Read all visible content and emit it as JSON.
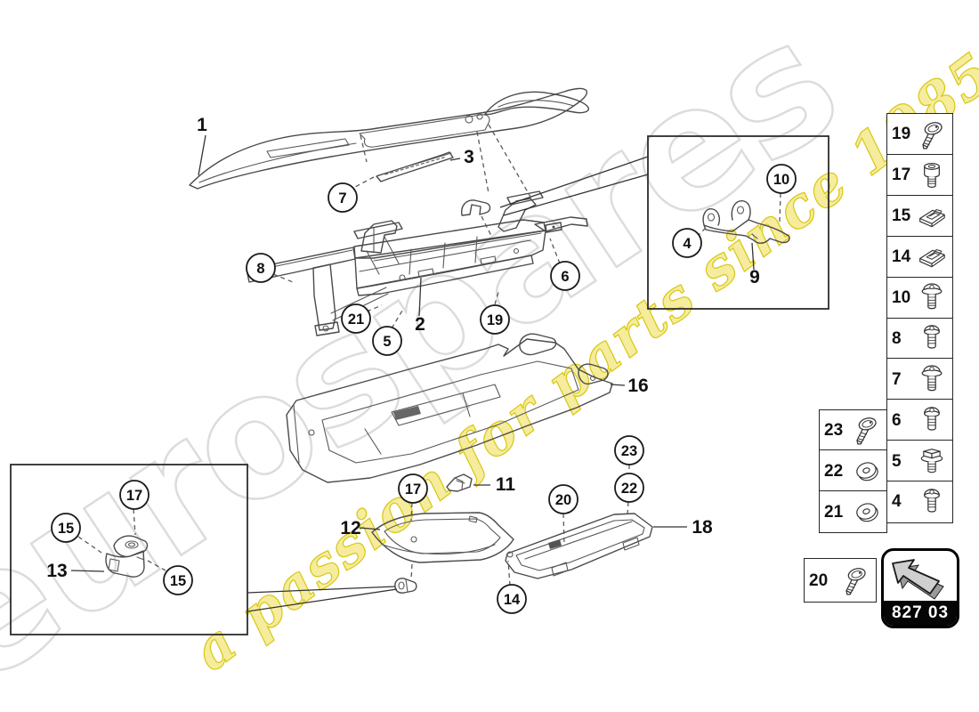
{
  "watermark": {
    "brand": "eurospares",
    "tagline": "a passion for parts since 1985",
    "brand_color": "#dcdcdc",
    "tagline_color": "#f0e26a"
  },
  "diagram": {
    "callouts": {
      "p1": "1",
      "p2": "2",
      "p3": "3",
      "p9": "9",
      "p11": "11",
      "p12": "12",
      "p13": "13",
      "p16": "16",
      "p18": "18",
      "c4": "4",
      "c5": "5",
      "c6": "6",
      "c7": "7",
      "c8": "8",
      "c10": "10",
      "c14": "14",
      "c15a": "15",
      "c15b": "15",
      "c17a": "17",
      "c17b": "17",
      "c19": "19",
      "c20": "20",
      "c21": "21",
      "c22": "22",
      "c23": "23"
    }
  },
  "sidebar": {
    "column_a": [
      {
        "num": "19",
        "icon": "screw-pan-angled"
      },
      {
        "num": "17",
        "icon": "screw-barrel"
      },
      {
        "num": "15",
        "icon": "clip-nut"
      },
      {
        "num": "14",
        "icon": "clip-nut"
      },
      {
        "num": "10",
        "icon": "screw-dome-washer"
      },
      {
        "num": "8",
        "icon": "screw-dome"
      },
      {
        "num": "7",
        "icon": "screw-dome-washer"
      },
      {
        "num": "6",
        "icon": "screw-dome"
      },
      {
        "num": "5",
        "icon": "bolt-hex-washer"
      },
      {
        "num": "4",
        "icon": "screw-dome"
      }
    ],
    "column_b": [
      {
        "num": "23",
        "icon": "screw-pan-angled"
      },
      {
        "num": "22",
        "icon": "washer"
      },
      {
        "num": "21",
        "icon": "washer"
      }
    ],
    "extra_box": {
      "num": "20",
      "icon": "screw-pan-angled"
    },
    "nav_tile": {
      "code": "827 03",
      "icon": "arrow-up-left"
    }
  }
}
